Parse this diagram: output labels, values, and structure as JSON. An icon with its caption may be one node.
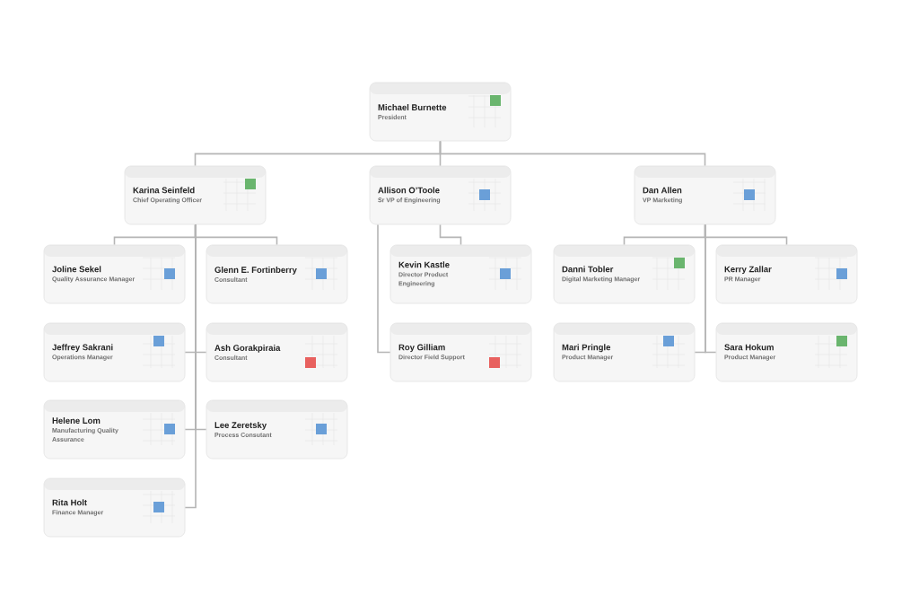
{
  "diagram": {
    "nodes": [
      {
        "text": [
          "Michael Burnette",
          "President"
        ]
      },
      {
        "text": [
          "Karina Seinfeld",
          "Chief Operating Officer"
        ]
      },
      {
        "text": [
          "Allison O’Toole",
          "Sr VP of Engineering"
        ]
      },
      {
        "text": [
          "Dan Allen",
          "VP Marketing"
        ]
      },
      {
        "text": [
          "Joline Sekel",
          "Quality Assurance Manager"
        ]
      },
      {
        "text": [
          "Glenn E. Fortinberry",
          "Consultant"
        ]
      },
      {
        "text": [
          "Kevin Kastle",
          "Director Product Engineering"
        ]
      },
      {
        "text": [
          "Danni Tobler",
          "Digital Marketing Manager"
        ]
      },
      {
        "text": [
          "Kerry Zallar",
          "PR Manager"
        ]
      },
      {
        "text": [
          "Jeffrey Sakrani",
          "Operations Manager"
        ]
      },
      {
        "text": [
          "Ash Gorakpiraia",
          "Consultant"
        ]
      },
      {
        "text": [
          "Roy Gilliam",
          "Director Field Support"
        ]
      },
      {
        "text": [
          "Mari Pringle",
          "Product Manager"
        ]
      },
      {
        "text": [
          "Sara Hokum",
          "Product Manager"
        ]
      },
      {
        "text": [
          "Helene Lom",
          "Manufacturing Quality Assurance"
        ]
      },
      {
        "text": [
          "Lee Zeretsky",
          "Process Consutant"
        ]
      },
      {
        "text": [
          "Rita Holt",
          "Finance Manager"
        ]
      }
    ],
    "edges": [
      {
        "from": 0,
        "to": 1,
        "arrow": "none"
      },
      {
        "from": 0,
        "to": 2,
        "arrow": "none"
      },
      {
        "from": 0,
        "to": 3,
        "arrow": "none"
      },
      {
        "from": 1,
        "to": 4,
        "arrow": "none"
      },
      {
        "from": 1,
        "to": 5,
        "arrow": "none"
      },
      {
        "from": 1,
        "to": 9,
        "arrow": "none"
      },
      {
        "from": 1,
        "to": 10,
        "arrow": "none"
      },
      {
        "from": 1,
        "to": 14,
        "arrow": "none"
      },
      {
        "from": 1,
        "to": 15,
        "arrow": "none"
      },
      {
        "from": 1,
        "to": 16,
        "arrow": "none"
      },
      {
        "from": 2,
        "to": 6,
        "arrow": "none"
      },
      {
        "from": 2,
        "to": 11,
        "arrow": "none"
      },
      {
        "from": 3,
        "to": 7,
        "arrow": "none"
      },
      {
        "from": 3,
        "to": 8,
        "arrow": "none"
      },
      {
        "from": 3,
        "to": 12,
        "arrow": "none"
      },
      {
        "from": 3,
        "to": 13,
        "arrow": "none"
      }
    ]
  }
}
